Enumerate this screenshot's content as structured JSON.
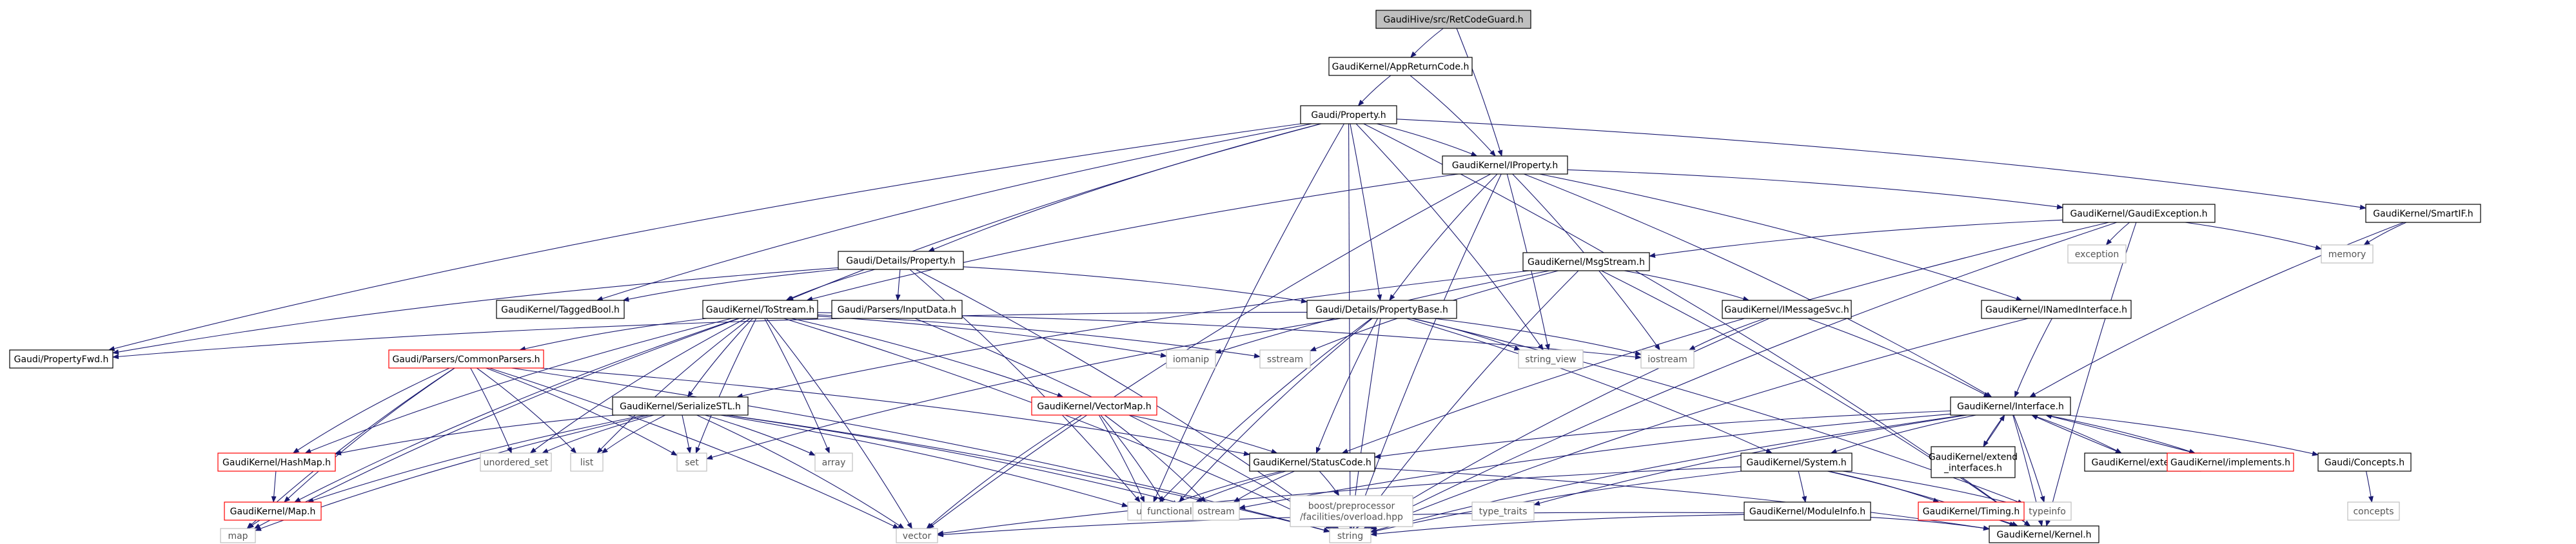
{
  "colors": {
    "edge": "#191970",
    "normal_border": "#000000",
    "incomplete_border": "#ff0000",
    "no_file_border": "#bfbfbf",
    "root_fill": "#bfbfbf",
    "node_fill": "#ffffff",
    "text": "#000000",
    "faded_text": "#555555"
  },
  "nodes": [
    {
      "id": "root",
      "label": "GaudiHive/src/RetCodeGuard.h",
      "kind": "root"
    },
    {
      "id": "apprc",
      "label": "GaudiKernel/AppReturnCode.h",
      "kind": "normal"
    },
    {
      "id": "gprop",
      "label": "Gaudi/Property.h",
      "kind": "normal"
    },
    {
      "id": "iprop",
      "label": "GaudiKernel/IProperty.h",
      "kind": "normal"
    },
    {
      "id": "ddprop",
      "label": "Gaudi/Details/Property.h",
      "kind": "normal"
    },
    {
      "id": "gexc",
      "label": "GaudiKernel/GaudiException.h",
      "kind": "normal"
    },
    {
      "id": "smartif",
      "label": "GaudiKernel/SmartIF.h",
      "kind": "normal"
    },
    {
      "id": "exception",
      "label": "exception",
      "kind": "nofile"
    },
    {
      "id": "memory",
      "label": "memory",
      "kind": "nofile"
    },
    {
      "id": "msgstream",
      "label": "GaudiKernel/MsgStream.h",
      "kind": "normal"
    },
    {
      "id": "taggedbool",
      "label": "GaudiKernel/TaggedBool.h",
      "kind": "normal"
    },
    {
      "id": "tostream",
      "label": "GaudiKernel/ToStream.h",
      "kind": "normal"
    },
    {
      "id": "inputdata",
      "label": "Gaudi/Parsers/InputData.h",
      "kind": "normal"
    },
    {
      "id": "propbase",
      "label": "Gaudi/Details/PropertyBase.h",
      "kind": "normal"
    },
    {
      "id": "imsgsvc",
      "label": "GaudiKernel/IMessageSvc.h",
      "kind": "normal"
    },
    {
      "id": "inamed",
      "label": "GaudiKernel/INamedInterface.h",
      "kind": "normal"
    },
    {
      "id": "propfwd",
      "label": "Gaudi/PropertyFwd.h",
      "kind": "normal"
    },
    {
      "id": "commonparsers",
      "label": "Gaudi/Parsers/CommonParsers.h",
      "kind": "incomplete"
    },
    {
      "id": "iomanip",
      "label": "iomanip",
      "kind": "nofile"
    },
    {
      "id": "sstream",
      "label": "sstream",
      "kind": "nofile"
    },
    {
      "id": "string_view",
      "label": "string_view",
      "kind": "nofile"
    },
    {
      "id": "iostream",
      "label": "iostream",
      "kind": "nofile"
    },
    {
      "id": "serializestl",
      "label": "GaudiKernel/SerializeSTL.h",
      "kind": "normal"
    },
    {
      "id": "vectormap",
      "label": "GaudiKernel/VectorMap.h",
      "kind": "incomplete"
    },
    {
      "id": "iface",
      "label": "GaudiKernel/Interface.h",
      "kind": "normal"
    },
    {
      "id": "hashmap",
      "label": "GaudiKernel/HashMap.h",
      "kind": "incomplete"
    },
    {
      "id": "unordered_set",
      "label": "unordered_set",
      "kind": "nofile"
    },
    {
      "id": "list",
      "label": "list",
      "kind": "nofile"
    },
    {
      "id": "set",
      "label": "set",
      "kind": "nofile"
    },
    {
      "id": "array",
      "label": "array",
      "kind": "nofile"
    },
    {
      "id": "statuscode",
      "label": "GaudiKernel/StatusCode.h",
      "kind": "normal"
    },
    {
      "id": "extiface",
      "label": "GaudiKernel/extend\n_interfaces.h",
      "kind": "normal"
    },
    {
      "id": "extends",
      "label": "GaudiKernel/extends.h",
      "kind": "normal"
    },
    {
      "id": "implements",
      "label": "GaudiKernel/implements.h",
      "kind": "incomplete"
    },
    {
      "id": "concepts_h",
      "label": "Gaudi/Concepts.h",
      "kind": "normal"
    },
    {
      "id": "system",
      "label": "GaudiKernel/System.h",
      "kind": "normal"
    },
    {
      "id": "gmap",
      "label": "GaudiKernel/Map.h",
      "kind": "incomplete"
    },
    {
      "id": "utility",
      "label": "utility",
      "kind": "nofile"
    },
    {
      "id": "functional",
      "label": "functional",
      "kind": "nofile"
    },
    {
      "id": "ostream",
      "label": "ostream",
      "kind": "nofile"
    },
    {
      "id": "boostpp",
      "label": "boost/preprocessor\n/facilities/overload.hpp",
      "kind": "nofile"
    },
    {
      "id": "type_traits",
      "label": "type_traits",
      "kind": "nofile"
    },
    {
      "id": "typeinfo",
      "label": "typeinfo",
      "kind": "nofile"
    },
    {
      "id": "concepts",
      "label": "concepts",
      "kind": "nofile"
    },
    {
      "id": "timing",
      "label": "GaudiKernel/Timing.h",
      "kind": "incomplete"
    },
    {
      "id": "moduleinfo",
      "label": "GaudiKernel/ModuleInfo.h",
      "kind": "normal"
    },
    {
      "id": "map",
      "label": "map",
      "kind": "nofile"
    },
    {
      "id": "vector",
      "label": "vector",
      "kind": "nofile"
    },
    {
      "id": "string",
      "label": "string",
      "kind": "nofile"
    },
    {
      "id": "kernel",
      "label": "GaudiKernel/Kernel.h",
      "kind": "normal"
    }
  ],
  "edges": [
    [
      "root",
      "apprc"
    ],
    [
      "root",
      "iprop"
    ],
    [
      "apprc",
      "gprop"
    ],
    [
      "apprc",
      "iprop"
    ],
    [
      "gprop",
      "iprop"
    ],
    [
      "gprop",
      "ddprop"
    ],
    [
      "gprop",
      "taggedbool"
    ],
    [
      "gprop",
      "tostream"
    ],
    [
      "gprop",
      "propbase"
    ],
    [
      "gprop",
      "propfwd"
    ],
    [
      "gprop",
      "smartif"
    ],
    [
      "gprop",
      "string"
    ],
    [
      "gprop",
      "string_view"
    ],
    [
      "gprop",
      "utility"
    ],
    [
      "gprop",
      "kernel"
    ],
    [
      "iprop",
      "gexc"
    ],
    [
      "iprop",
      "inamed"
    ],
    [
      "iprop",
      "propbase"
    ],
    [
      "iprop",
      "tostream"
    ],
    [
      "iprop",
      "iface"
    ],
    [
      "iprop",
      "string"
    ],
    [
      "iprop",
      "iostream"
    ],
    [
      "iprop",
      "string_view"
    ],
    [
      "iprop",
      "vector"
    ],
    [
      "ddprop",
      "propbase"
    ],
    [
      "ddprop",
      "tostream"
    ],
    [
      "ddprop",
      "inputdata"
    ],
    [
      "ddprop",
      "taggedbool"
    ],
    [
      "ddprop",
      "utility"
    ],
    [
      "ddprop",
      "propfwd"
    ],
    [
      "ddprop",
      "string"
    ],
    [
      "gexc",
      "exception"
    ],
    [
      "gexc",
      "memory"
    ],
    [
      "gexc",
      "msgstream"
    ],
    [
      "gexc",
      "statuscode"
    ],
    [
      "gexc",
      "kernel"
    ],
    [
      "gexc",
      "string"
    ],
    [
      "smartif",
      "iface"
    ],
    [
      "smartif",
      "memory"
    ],
    [
      "msgstream",
      "imsgsvc"
    ],
    [
      "msgstream",
      "serializestl"
    ],
    [
      "msgstream",
      "iomanip"
    ],
    [
      "msgstream",
      "sstream"
    ],
    [
      "msgstream",
      "string"
    ],
    [
      "msgstream",
      "kernel"
    ],
    [
      "tostream",
      "commonparsers"
    ],
    [
      "tostream",
      "serializestl"
    ],
    [
      "tostream",
      "vectormap"
    ],
    [
      "tostream",
      "hashmap"
    ],
    [
      "tostream",
      "gmap"
    ],
    [
      "tostream",
      "iomanip"
    ],
    [
      "tostream",
      "sstream"
    ],
    [
      "tostream",
      "iostream"
    ],
    [
      "tostream",
      "string"
    ],
    [
      "tostream",
      "array"
    ],
    [
      "tostream",
      "set"
    ],
    [
      "tostream",
      "list"
    ],
    [
      "tostream",
      "unordered_set"
    ],
    [
      "tostream",
      "vector"
    ],
    [
      "tostream",
      "map"
    ],
    [
      "inputdata",
      "string"
    ],
    [
      "propbase",
      "statuscode"
    ],
    [
      "propbase",
      "system"
    ],
    [
      "propbase",
      "propfwd"
    ],
    [
      "propbase",
      "string_view"
    ],
    [
      "propbase",
      "iostream"
    ],
    [
      "propbase",
      "functional"
    ],
    [
      "propbase",
      "utility"
    ],
    [
      "propbase",
      "string"
    ],
    [
      "propbase",
      "typeinfo"
    ],
    [
      "propbase",
      "set"
    ],
    [
      "imsgsvc",
      "iface"
    ],
    [
      "imsgsvc",
      "iostream"
    ],
    [
      "imsgsvc",
      "string"
    ],
    [
      "inamed",
      "iface"
    ],
    [
      "inamed",
      "string"
    ],
    [
      "commonparsers",
      "statuscode"
    ],
    [
      "commonparsers",
      "gmap"
    ],
    [
      "commonparsers",
      "hashmap"
    ],
    [
      "commonparsers",
      "set"
    ],
    [
      "commonparsers",
      "list"
    ],
    [
      "commonparsers",
      "unordered_set"
    ],
    [
      "commonparsers",
      "vector"
    ],
    [
      "commonparsers",
      "string"
    ],
    [
      "commonparsers",
      "map"
    ],
    [
      "serializestl",
      "gmap"
    ],
    [
      "serializestl",
      "hashmap"
    ],
    [
      "serializestl",
      "array"
    ],
    [
      "serializestl",
      "set"
    ],
    [
      "serializestl",
      "list"
    ],
    [
      "serializestl",
      "unordered_set"
    ],
    [
      "serializestl",
      "utility"
    ],
    [
      "serializestl",
      "ostream"
    ],
    [
      "serializestl",
      "vector"
    ],
    [
      "serializestl",
      "string"
    ],
    [
      "serializestl",
      "map"
    ],
    [
      "vectormap",
      "statuscode"
    ],
    [
      "vectormap",
      "utility"
    ],
    [
      "vectormap",
      "functional"
    ],
    [
      "vectormap",
      "ostream"
    ],
    [
      "vectormap",
      "vector"
    ],
    [
      "iface",
      "statuscode"
    ],
    [
      "iface",
      "system"
    ],
    [
      "iface",
      "extiface"
    ],
    [
      "iface",
      "extends"
    ],
    [
      "iface",
      "implements"
    ],
    [
      "iface",
      "concepts_h"
    ],
    [
      "iface",
      "kernel"
    ],
    [
      "iface",
      "ostream"
    ],
    [
      "iface",
      "type_traits"
    ],
    [
      "iface",
      "typeinfo"
    ],
    [
      "iface",
      "string"
    ],
    [
      "extiface",
      "iface"
    ],
    [
      "extends",
      "iface"
    ],
    [
      "implements",
      "iface"
    ],
    [
      "hashmap",
      "gmap"
    ],
    [
      "gmap",
      "map"
    ],
    [
      "statuscode",
      "boostpp"
    ],
    [
      "statuscode",
      "ostream"
    ],
    [
      "statuscode",
      "utility"
    ],
    [
      "statuscode",
      "functional"
    ],
    [
      "statuscode",
      "kernel"
    ],
    [
      "concepts_h",
      "concepts"
    ],
    [
      "system",
      "timing"
    ],
    [
      "system",
      "moduleinfo"
    ],
    [
      "system",
      "kernel"
    ],
    [
      "system",
      "typeinfo"
    ],
    [
      "system",
      "string"
    ],
    [
      "system",
      "vector"
    ],
    [
      "timing",
      "kernel"
    ],
    [
      "moduleinfo",
      "kernel"
    ],
    [
      "moduleinfo",
      "string"
    ],
    [
      "moduleinfo",
      "vector"
    ]
  ]
}
